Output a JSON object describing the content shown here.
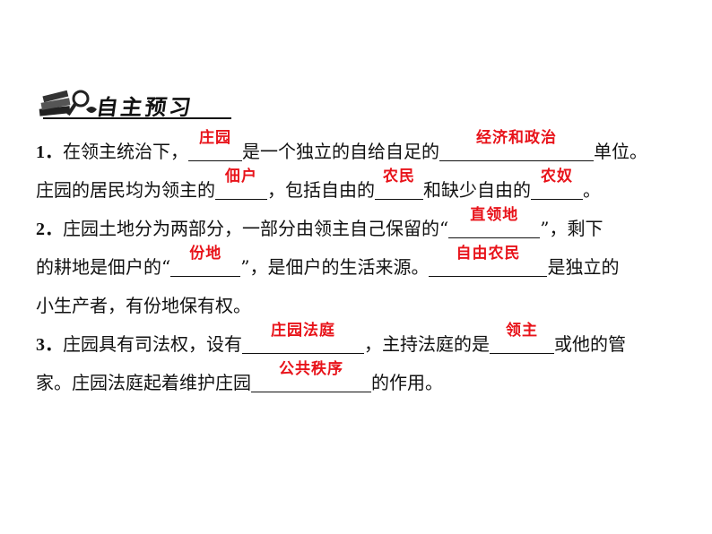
{
  "header": {
    "title": "自主预习"
  },
  "questions": {
    "q1": {
      "num": "1．",
      "t1": "在领主统治下，",
      "a1": "庄园",
      "t2": "是一个独立的自给自足的",
      "a2": "经济和政治",
      "t3": "单位。",
      "t4": "庄园的居民均为领主的",
      "a3": "佃户",
      "t5": "，包括自由的",
      "a4": "农民",
      "t6": "和缺少自由的",
      "a5": "农奴",
      "t7": "。"
    },
    "q2": {
      "num": "2．",
      "t1": "庄园土地分为两部分，一部分由领主自己保留的“",
      "a1": "直领地",
      "t2": "”，剩下",
      "t3": "的耕地是佃户的“",
      "a2": "份地",
      "t4": "”，是佃户的生活来源。",
      "a3": "自由农民",
      "t5": "是独立的",
      "t6": "小生产者，有份地保有权。"
    },
    "q3": {
      "num": "3．",
      "t1": "庄园具有司法权，设有",
      "a1": "庄园法庭",
      "t2": "，主持法庭的是",
      "a2": "领主",
      "t3": "或他的管",
      "t4": "家。庄园法庭起着维护庄园",
      "a3": "公共秩序",
      "t5": "的作用。"
    }
  },
  "colors": {
    "answer": "#e8131a",
    "text": "#111111"
  },
  "icons": [
    "books-and-magnifier-icon"
  ]
}
